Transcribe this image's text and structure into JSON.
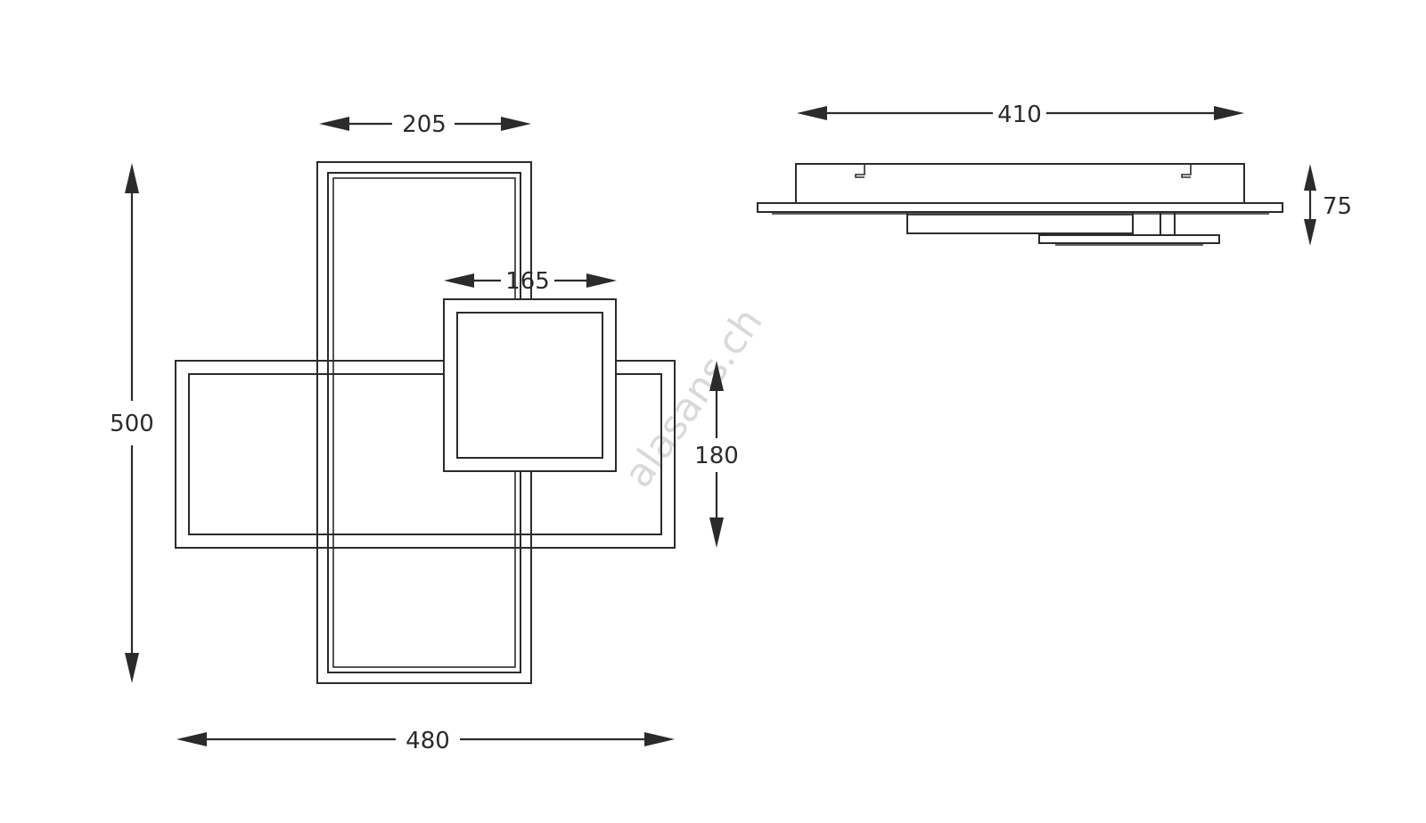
{
  "front_view": {
    "width_label": "480",
    "height_label": "500",
    "inner_width_label": "205",
    "small_square_label": "165",
    "small_height_label": "180"
  },
  "side_view": {
    "length_label": "410",
    "depth_label": "75"
  },
  "watermark": "alasans.ch",
  "colors": {
    "line": "#2b2b2b",
    "watermark": "#d9d9d9",
    "background": "#ffffff"
  }
}
